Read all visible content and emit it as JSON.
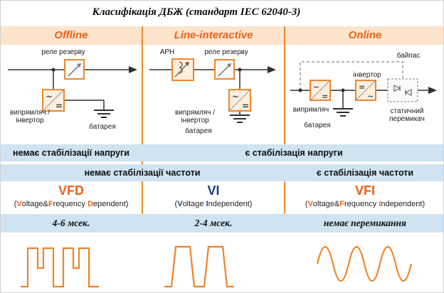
{
  "title": "Класифікація ДБЖ (стандарт IEC 62040-3)",
  "columns": [
    {
      "header": "Offline"
    },
    {
      "header": "Line-interactive"
    },
    {
      "header": "Online"
    }
  ],
  "diagrams": {
    "offline": {
      "relay_label": "реле резерву",
      "converter_label_1": "випрямляч /",
      "converter_label_2": "інвертор",
      "battery_label": "батарея"
    },
    "line_interactive": {
      "avr_label": "АРН",
      "relay_label": "реле резерву",
      "converter_label_1": "випрямляч /",
      "converter_label_2": "інвертор",
      "battery_label": "батарея"
    },
    "online": {
      "bypass_label": "байпас",
      "inverter_label": "інвертор",
      "rectifier_label": "випрямляч",
      "battery_label": "батарея",
      "switch_label_1": "статичний",
      "switch_label_2": "перемикач"
    }
  },
  "symbols": {
    "ac": "~",
    "dc": "="
  },
  "stabilization": {
    "voltage_no": "немає стабілізації напруги",
    "voltage_yes": "є стабілізація напруги",
    "frequency_no": "немає стабілізації частоти",
    "frequency_yes": "є стабілізація частоти"
  },
  "classes": {
    "vfd": {
      "abbr": "VFD",
      "parts": [
        "(",
        "V",
        "oltage&",
        "F",
        "requency ",
        "D",
        "ependent)"
      ]
    },
    "vi": {
      "abbr": "VI",
      "parts": [
        "(",
        "V",
        "oltage ",
        "I",
        "ndependent)"
      ]
    },
    "vfi": {
      "abbr": "VFI",
      "parts": [
        "(",
        "V",
        "oltage&",
        "F",
        "requency ",
        "I",
        "ndependent)"
      ]
    }
  },
  "switch_times": [
    "4-6 мсек.",
    "2-4 мсек.",
    "немає перемикання"
  ],
  "colors": {
    "accent_orange": "#ea6317",
    "header_bg": "#fce4cd",
    "band_blue": "#cfe3f2",
    "navy_blue": "#1c3f7d",
    "box_border_orange": "#ef872b",
    "box_fill": "#fdeedd",
    "wave_orange": "#f08428"
  }
}
